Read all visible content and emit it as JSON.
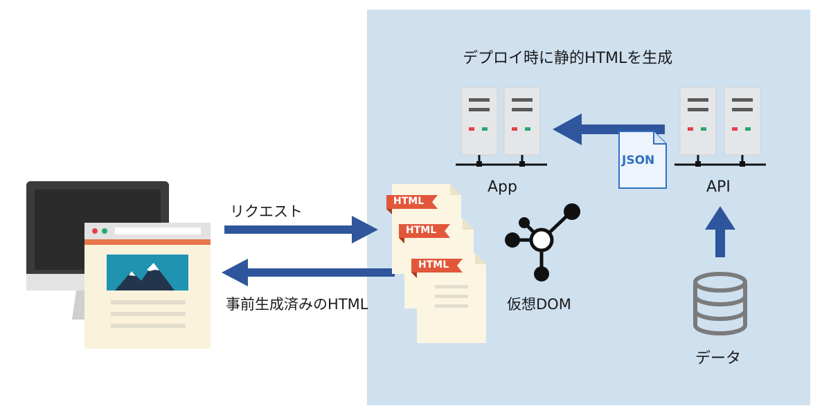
{
  "diagram": {
    "title": "デプロイ時に静的HTMLを生成",
    "request_label": "リクエスト",
    "response_label": "事前生成済みのHTML",
    "app_label": "App",
    "api_label": "API",
    "vdom_label": "仮想DOM",
    "data_label": "データ",
    "json_tag": "JSON",
    "html_tags": [
      "HTML",
      "HTML",
      "HTML"
    ]
  },
  "colors": {
    "panel_bg": "#cfe0ef",
    "arrow": "#2f569c",
    "html_tag": "#e2573a",
    "server_body": "#e5e6e8",
    "monitor": "#3b3b3b",
    "page_accent": "#e7764a",
    "image_sky": "#1f93b0",
    "database": "#7b7b7b"
  },
  "icons": [
    "desktop-monitor-icon",
    "browser-page-icon",
    "server-icon",
    "json-document-icon",
    "html-document-icon",
    "virtual-dom-graph-icon",
    "database-icon"
  ]
}
